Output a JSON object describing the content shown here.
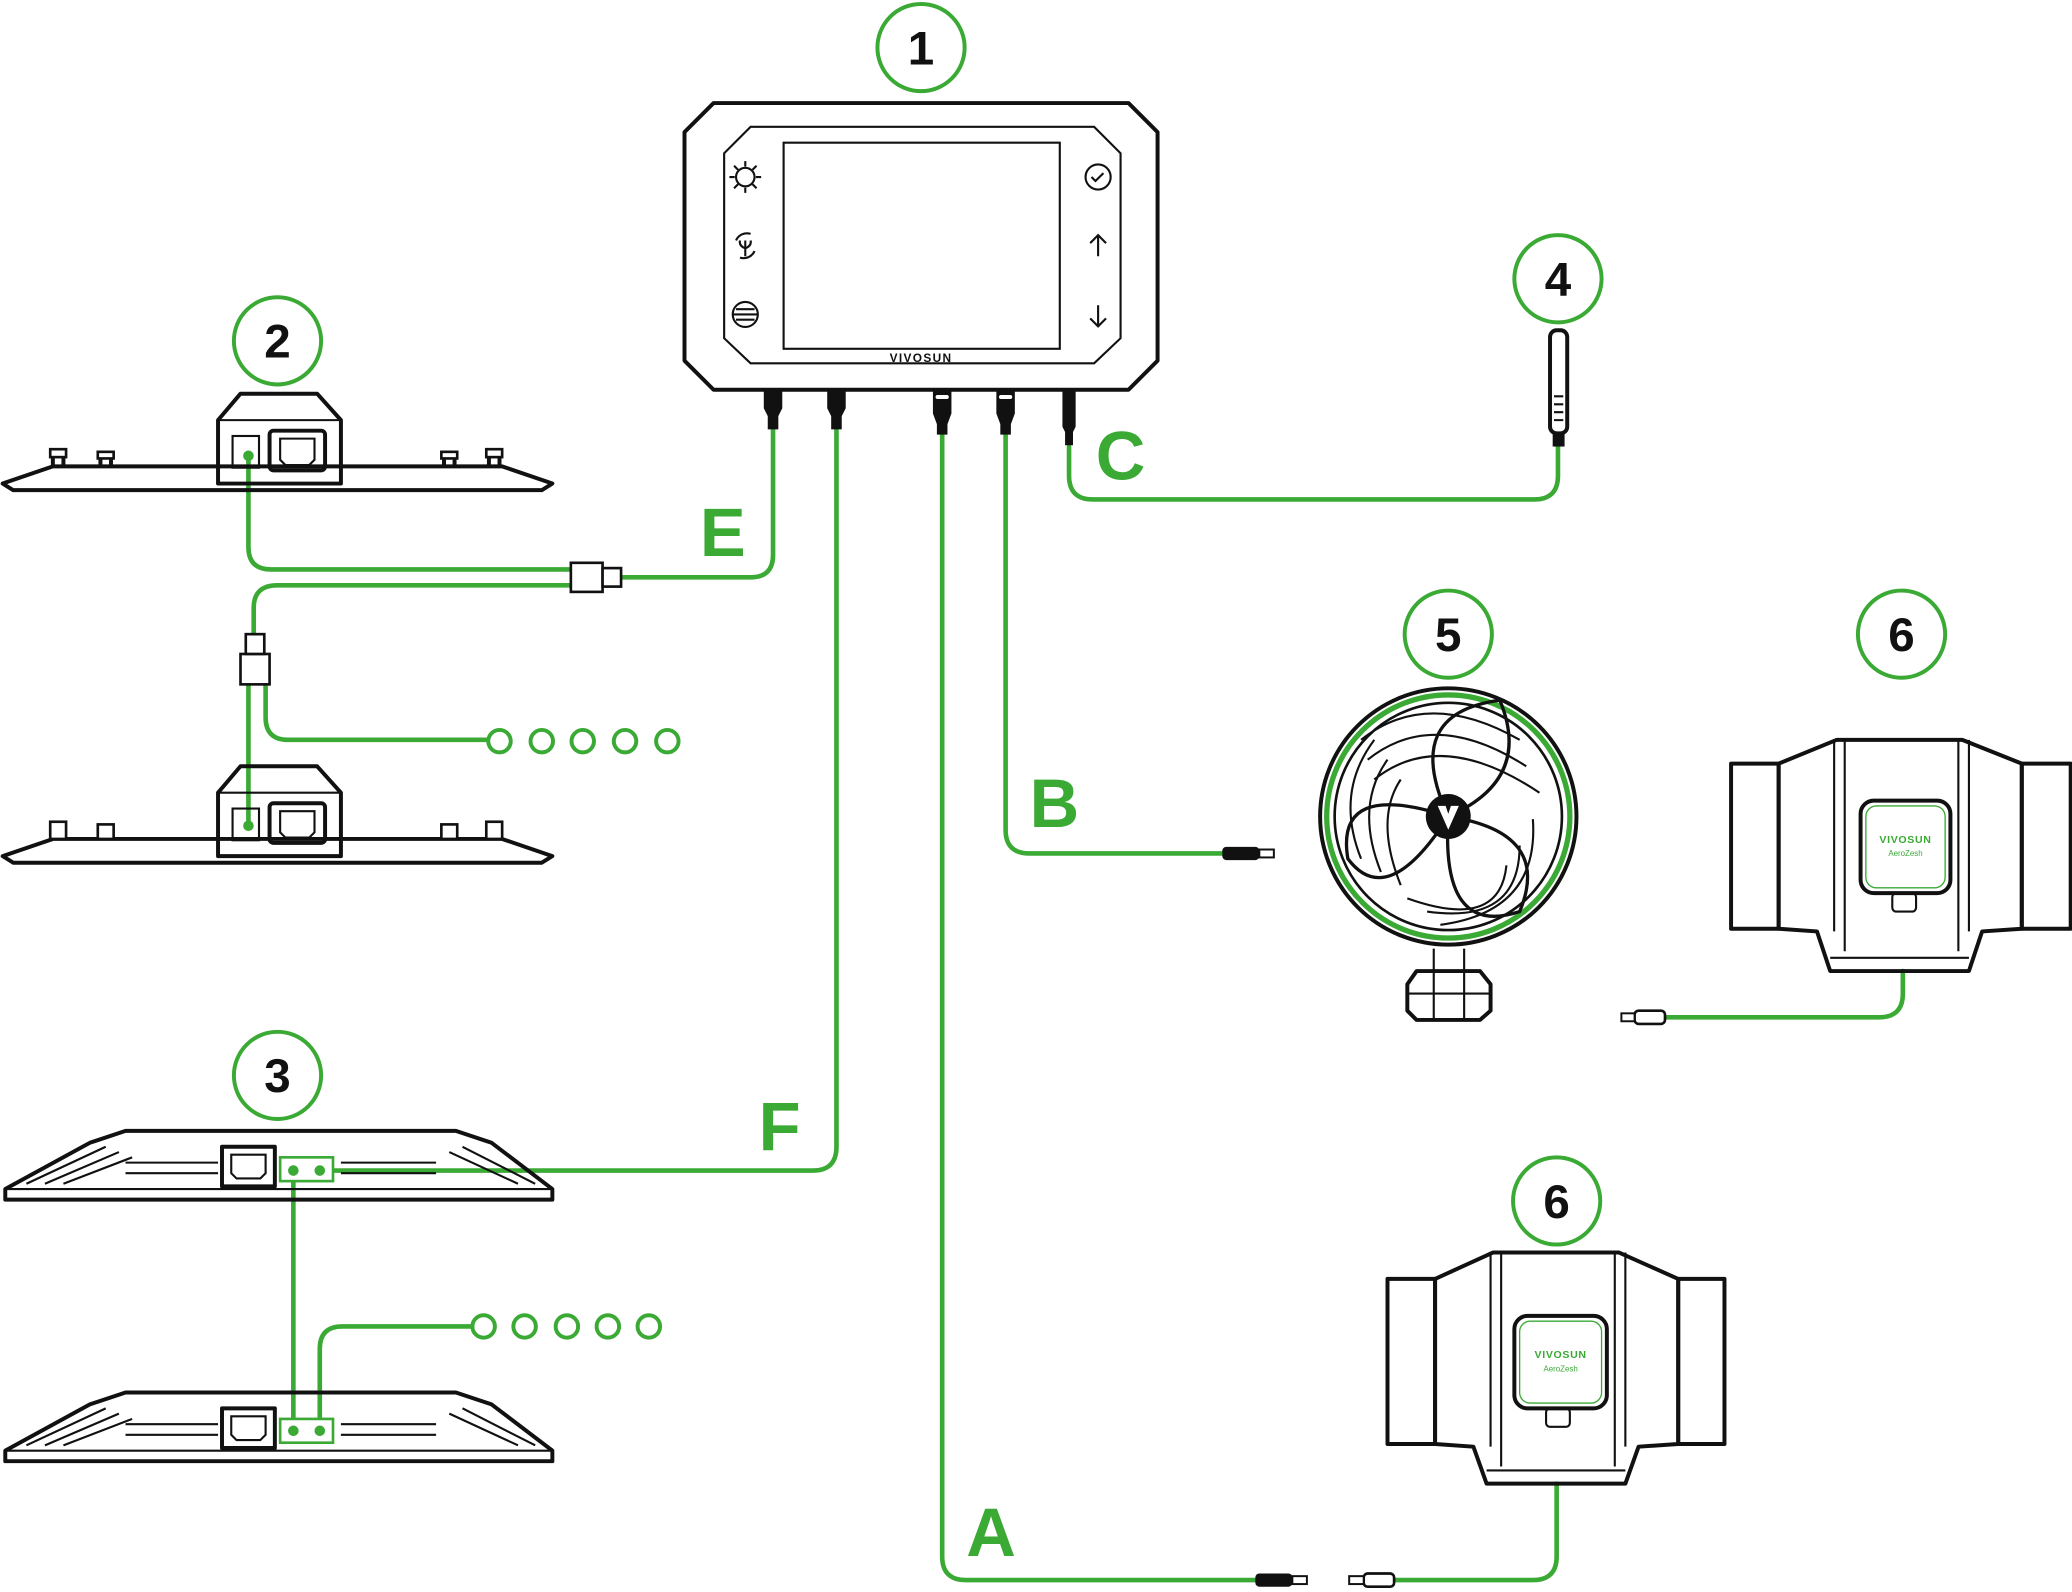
{
  "colors": {
    "accent": "#3aaa35",
    "outline": "#111111"
  },
  "controller": {
    "number": "1",
    "brand": "VIVOSUN",
    "buttons": [
      "sun-icon",
      "cycle-plant-icon",
      "menu-icon",
      "check-icon",
      "arrow-up-icon",
      "arrow-down-icon"
    ]
  },
  "devices": {
    "light_bar": {
      "number": "2"
    },
    "grow_light": {
      "number": "3"
    },
    "sensor": {
      "number": "4"
    },
    "clip_fan": {
      "number": "5"
    },
    "inline_fan_top": {
      "number": "6",
      "brand": "VIVOSUN",
      "model": "AeroZesh"
    },
    "inline_fan_bottom": {
      "number": "6",
      "brand": "VIVOSUN",
      "model": "AeroZesh"
    }
  },
  "cables": {
    "a": "A",
    "b": "B",
    "c": "C",
    "e": "E",
    "f": "F"
  }
}
